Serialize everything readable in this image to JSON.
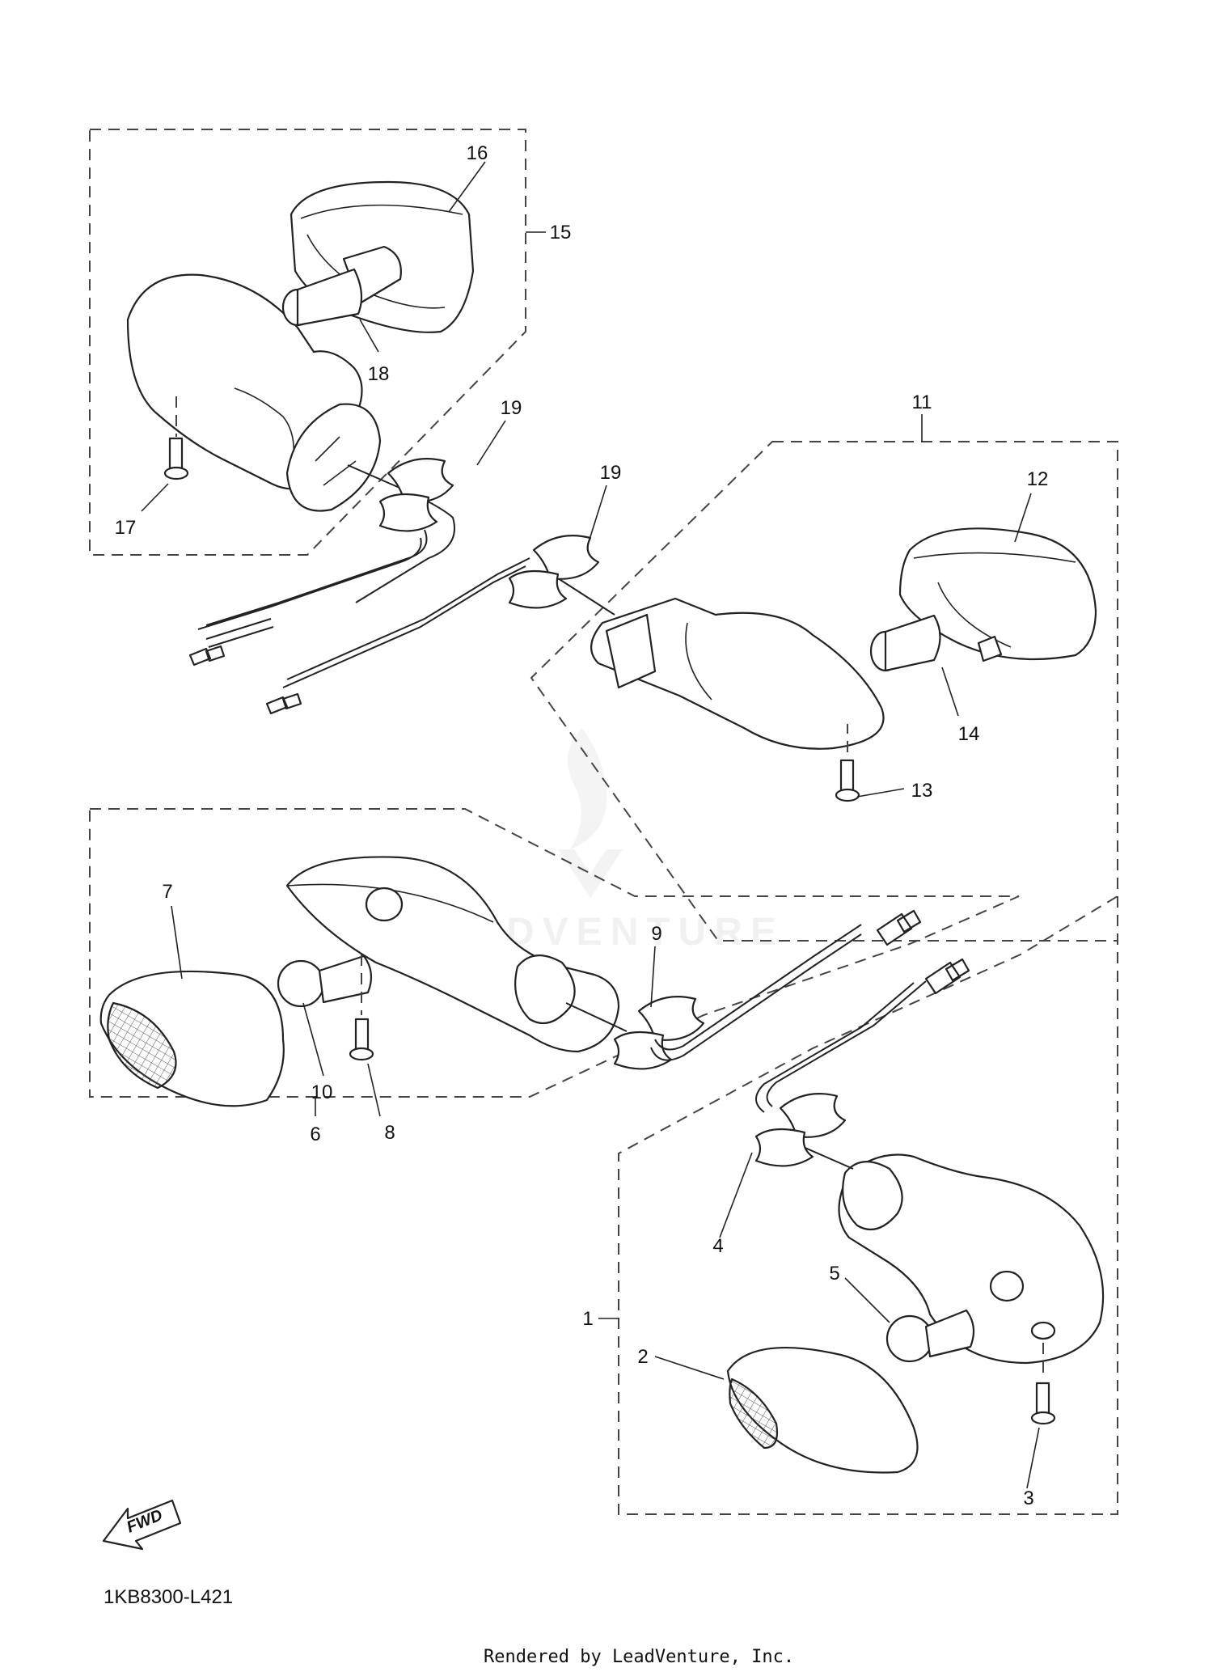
{
  "diagram": {
    "callouts": [
      "1",
      "2",
      "3",
      "4",
      "5",
      "6",
      "7",
      "8",
      "9",
      "10",
      "11",
      "12",
      "13",
      "14",
      "15",
      "16",
      "17",
      "18",
      "19",
      "19"
    ],
    "watermark_text": "LEADVENTURE",
    "fwd_label": "FWD",
    "diagram_code": "1KB8300-L421",
    "credit": "Rendered by LeadVenture, Inc."
  }
}
